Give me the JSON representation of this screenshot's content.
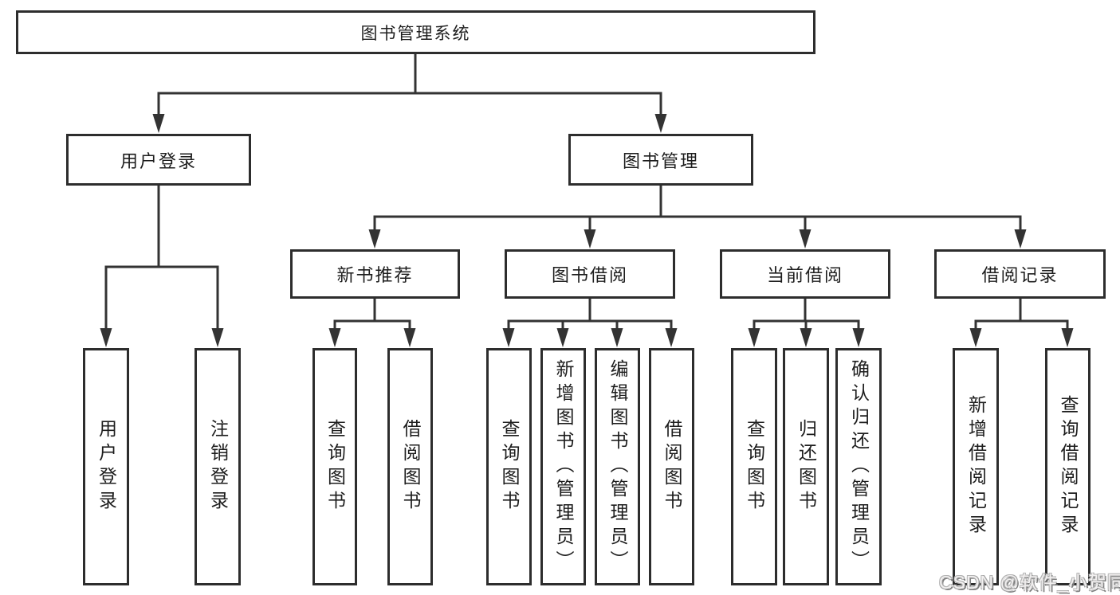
{
  "diagram": {
    "root": {
      "label": "图书管理系统"
    },
    "branches": [
      {
        "label": "用户登录",
        "children": [
          {
            "label": "用户登录"
          },
          {
            "label": "注销登录"
          }
        ]
      },
      {
        "label": "图书管理",
        "children": [
          {
            "label": "新书推荐",
            "children": [
              {
                "label": "查询图书"
              },
              {
                "label": "借阅图书"
              }
            ]
          },
          {
            "label": "图书借阅",
            "children": [
              {
                "label": "查询图书"
              },
              {
                "label": "新增图书（管理员）"
              },
              {
                "label": "编辑图书（管理员）"
              },
              {
                "label": "借阅图书"
              }
            ]
          },
          {
            "label": "当前借阅",
            "children": [
              {
                "label": "查询图书"
              },
              {
                "label": "归还图书"
              },
              {
                "label": "确认归还（管理员）"
              }
            ]
          },
          {
            "label": "借阅记录",
            "children": [
              {
                "label": "新增借阅记录"
              },
              {
                "label": "查询借阅记录"
              }
            ]
          }
        ]
      }
    ]
  },
  "watermark": {
    "text": "CSDN @软件_小贺同学"
  },
  "colors": {
    "line": "#333333",
    "border": "#2d2d2d",
    "fill": "#ffffff",
    "text": "#1d1d1d",
    "watermark": "#f2f0f0"
  }
}
